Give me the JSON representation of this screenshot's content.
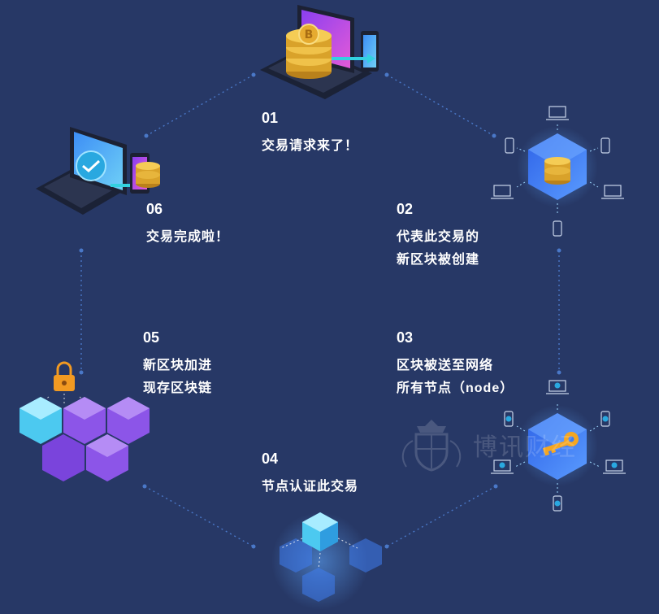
{
  "steps": [
    {
      "num": "01",
      "lines": [
        "交易请求来了！"
      ]
    },
    {
      "num": "02",
      "lines": [
        "代表此交易的",
        "新区块被创建"
      ]
    },
    {
      "num": "03",
      "lines": [
        "区块被送至网络",
        "所有节点（node）"
      ]
    },
    {
      "num": "04",
      "lines": [
        "节点认证此交易"
      ]
    },
    {
      "num": "05",
      "lines": [
        "新区块加进",
        "现存区块链"
      ]
    },
    {
      "num": "06",
      "lines": [
        "交易完成啦！"
      ]
    }
  ],
  "watermark": {
    "text": "博讯财经"
  },
  "colors": {
    "background": "#273866",
    "connector": "#4a78c8",
    "coin": "#e8b430",
    "blue_cube": "#3f7df0",
    "purple_cube": "#8c55e8",
    "cyan_cube": "#4cc9f0",
    "lock": "#f29a22",
    "key": "#f4a623",
    "check": "#29a8e0"
  }
}
